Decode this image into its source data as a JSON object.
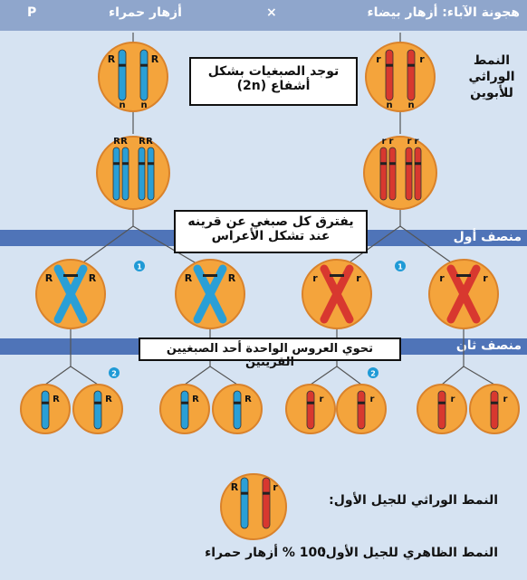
{
  "header": {
    "cross_label": "هجونة الآباء: أزهار بيضاء",
    "cross_symbol": "×",
    "red_flowers": "أزهار حمراء",
    "p_label": "P"
  },
  "labels": {
    "parent_genotype": [
      "النمط",
      "الوراثي",
      "للأبوين"
    ],
    "meiosis1": "منصف أول",
    "meiosis2": "منصف ثان"
  },
  "notes": {
    "diploid": [
      "توجد الصبغيات بشكل",
      "أشفاع (2n)"
    ],
    "separation": [
      "يفترق كل صبغي عن قرينه",
      "عند تشكل الأعراس"
    ],
    "gametes": "تحوي العروس الواحدة أحد الصبغيين القرينين"
  },
  "allele_labels": {
    "dominant": "R",
    "recessive": "r",
    "chromatid": "n"
  },
  "step_markers": [
    "1",
    "2"
  ],
  "footer": {
    "f1_genotype": "النمط الوراثي للجيل الأول:",
    "f1_phenotype_label": "النمط الظاهري للجيل الأول:",
    "f1_phenotype_value": "100 % أزهار حمراء"
  },
  "colors": {
    "cell_fill": "#f4a43c",
    "cell_stroke": "#d9822b",
    "blue_chromosome": "#2a9fd6",
    "red_chromosome": "#d8382f",
    "band": "#4f74b8",
    "background": "#d6e3f2",
    "marker": "#1f9ad6"
  }
}
